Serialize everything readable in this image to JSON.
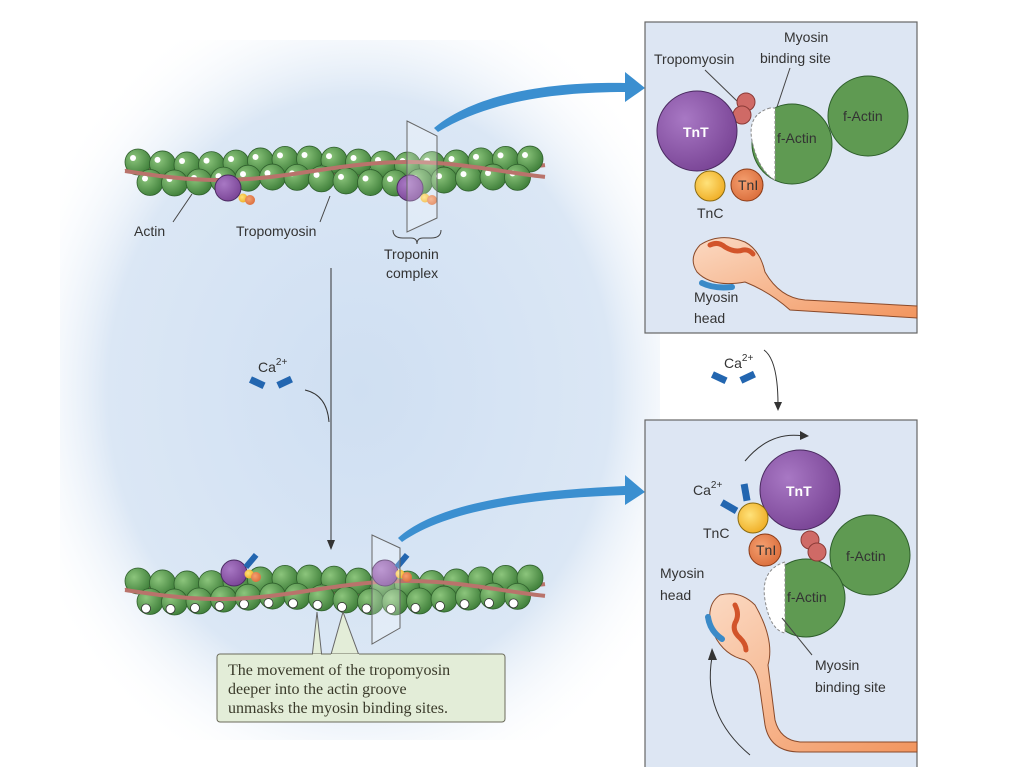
{
  "left": {
    "actin_label": "Actin",
    "tropomyosin_label": "Tropomyosin",
    "troponin_label_1": "Troponin",
    "troponin_label_2": "complex",
    "calcium_label": "Ca",
    "calcium_sup": "2+",
    "callout": [
      "The movement of the tropomyosin",
      "deeper into the actin groove",
      "unmasks the myosin binding sites."
    ]
  },
  "top_panel": {
    "tropomyosin": "Tropomyosin",
    "binding_site_1": "Myosin",
    "binding_site_2": "binding site",
    "tnt": "TnT",
    "tni": "TnI",
    "tnc": "TnC",
    "factin_1": "f-Actin",
    "factin_2": "f-Actin",
    "myosin_head_1": "Myosin",
    "myosin_head_2": "head"
  },
  "middle": {
    "calcium_label": "Ca",
    "calcium_sup": "2+"
  },
  "bottom_panel": {
    "calcium_label": "Ca",
    "calcium_sup": "2+",
    "tnt": "TnT",
    "tni": "TnI",
    "tnc": "TnC",
    "factin_1": "f-Actin",
    "factin_2": "f-Actin",
    "myosin_head_1": "Myosin",
    "myosin_head_2": "head",
    "binding_site_1": "Myosin",
    "binding_site_2": "binding site"
  },
  "colors": {
    "actin": "#5f9a52",
    "tropomyosin": "#b9736b",
    "tnt": "#8a58a8",
    "tnc": "#f2b52a",
    "tni": "#e07a45",
    "calcium": "#2366b0",
    "arrow": "#3b8fd0",
    "panel": "#dde6f3",
    "callout": "#e3edd8"
  }
}
